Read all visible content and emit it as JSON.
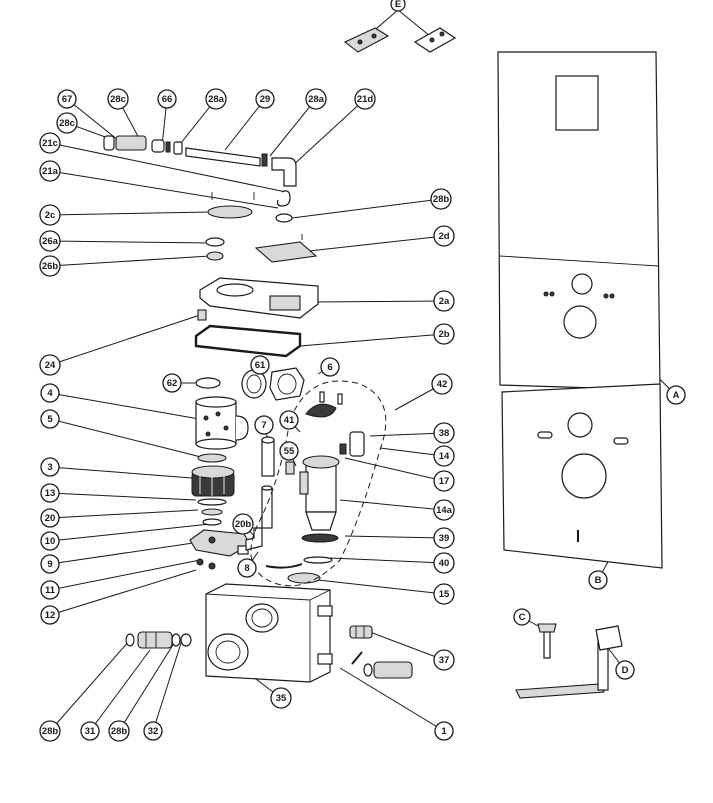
{
  "diagram": {
    "callouts": [
      {
        "id": "E",
        "label": "E"
      },
      {
        "id": "67",
        "label": "67"
      },
      {
        "id": "28c-a",
        "label": "28c"
      },
      {
        "id": "66",
        "label": "66"
      },
      {
        "id": "28a-a",
        "label": "28a"
      },
      {
        "id": "29",
        "label": "29"
      },
      {
        "id": "28a-b",
        "label": "28a"
      },
      {
        "id": "21d",
        "label": "21d"
      },
      {
        "id": "28c-b",
        "label": "28c"
      },
      {
        "id": "21c",
        "label": "21c"
      },
      {
        "id": "21a",
        "label": "21a"
      },
      {
        "id": "28b-a",
        "label": "28b"
      },
      {
        "id": "2c",
        "label": "2c"
      },
      {
        "id": "26a",
        "label": "26a"
      },
      {
        "id": "2d",
        "label": "2d"
      },
      {
        "id": "26b",
        "label": "26b"
      },
      {
        "id": "2a",
        "label": "2a"
      },
      {
        "id": "2b",
        "label": "2b"
      },
      {
        "id": "24",
        "label": "24"
      },
      {
        "id": "61",
        "label": "61"
      },
      {
        "id": "6",
        "label": "6"
      },
      {
        "id": "62",
        "label": "62"
      },
      {
        "id": "42",
        "label": "42"
      },
      {
        "id": "4",
        "label": "4"
      },
      {
        "id": "5",
        "label": "5"
      },
      {
        "id": "7",
        "label": "7"
      },
      {
        "id": "41",
        "label": "41"
      },
      {
        "id": "38",
        "label": "38"
      },
      {
        "id": "55",
        "label": "55"
      },
      {
        "id": "14",
        "label": "14"
      },
      {
        "id": "3",
        "label": "3"
      },
      {
        "id": "17",
        "label": "17"
      },
      {
        "id": "13",
        "label": "13"
      },
      {
        "id": "14a",
        "label": "14a"
      },
      {
        "id": "20",
        "label": "20"
      },
      {
        "id": "20b",
        "label": "20b"
      },
      {
        "id": "39",
        "label": "39"
      },
      {
        "id": "10",
        "label": "10"
      },
      {
        "id": "9",
        "label": "9"
      },
      {
        "id": "8",
        "label": "8"
      },
      {
        "id": "40",
        "label": "40"
      },
      {
        "id": "11",
        "label": "11"
      },
      {
        "id": "15",
        "label": "15"
      },
      {
        "id": "12",
        "label": "12"
      },
      {
        "id": "37",
        "label": "37"
      },
      {
        "id": "35",
        "label": "35"
      },
      {
        "id": "1",
        "label": "1"
      },
      {
        "id": "28b-b",
        "label": "28b"
      },
      {
        "id": "31",
        "label": "31"
      },
      {
        "id": "28b-c",
        "label": "28b"
      },
      {
        "id": "32",
        "label": "32"
      },
      {
        "id": "A",
        "label": "A"
      },
      {
        "id": "B",
        "label": "B"
      },
      {
        "id": "C",
        "label": "C"
      },
      {
        "id": "D",
        "label": "D"
      }
    ]
  }
}
